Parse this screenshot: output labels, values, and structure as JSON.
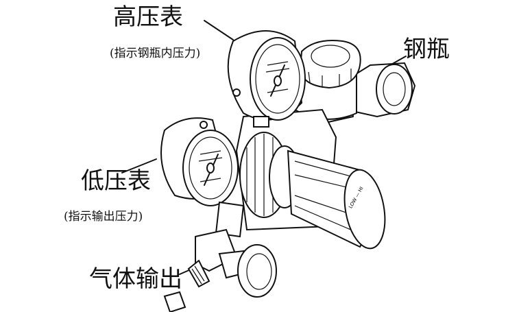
{
  "labels": {
    "high_gauge": "高压表",
    "high_gauge_note": "(指示钢瓶内压力)",
    "cylinder": "钢瓶",
    "low_gauge": "低压表",
    "low_gauge_note": "(指示输出压力)",
    "gas_outlet": "气体输出"
  },
  "knob_marking": "LOW — HI"
}
